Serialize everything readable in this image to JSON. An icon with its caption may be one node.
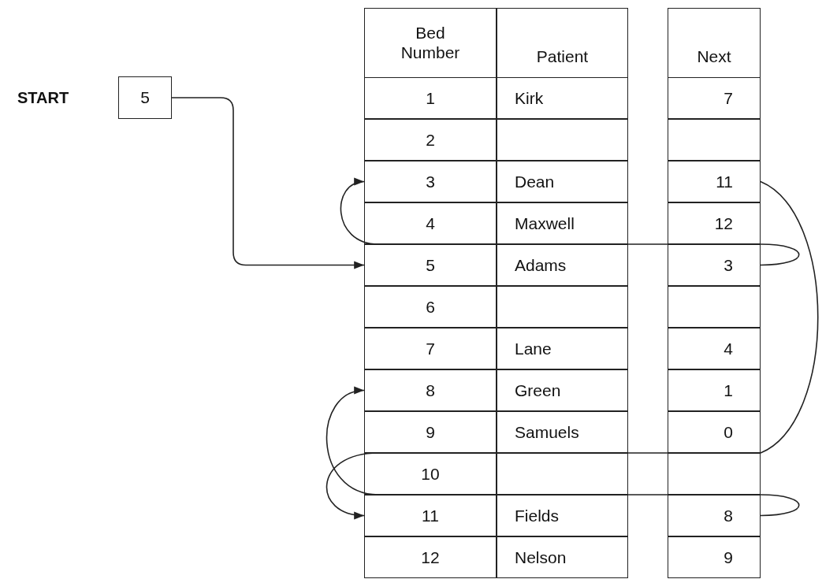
{
  "diagram": {
    "nodes": [
      {
        "text": [
          "5"
        ],
        "beside": [
          "START"
        ]
      },
      {
        "text": [
          "1",
          "Kirk"
        ]
      },
      {
        "text": [
          "2"
        ]
      },
      {
        "text": [
          "3",
          "Dean"
        ]
      },
      {
        "text": [
          "4",
          "Maxwell"
        ]
      },
      {
        "text": [
          "5",
          "Adams"
        ]
      },
      {
        "text": [
          "6"
        ]
      },
      {
        "text": [
          "7",
          "Lane"
        ]
      },
      {
        "text": [
          "8",
          "Green"
        ]
      },
      {
        "text": [
          "9",
          "Samuels"
        ]
      },
      {
        "text": [
          "10"
        ]
      },
      {
        "text": [
          "11",
          "Fields"
        ]
      },
      {
        "text": [
          "12",
          "Nelson"
        ]
      },
      {
        "text": [
          "7"
        ]
      },
      {
        "text": [],
        "shape": "box"
      },
      {
        "text": [
          "11"
        ]
      },
      {
        "text": [
          "12"
        ]
      },
      {
        "text": [
          "3"
        ]
      },
      {
        "text": [],
        "shape": "box"
      },
      {
        "text": [
          "4"
        ]
      },
      {
        "text": [
          "1"
        ]
      },
      {
        "text": [
          "0"
        ]
      },
      {
        "text": [],
        "shape": "box"
      },
      {
        "text": [
          "8"
        ]
      },
      {
        "text": [
          "9"
        ]
      }
    ],
    "edges": [
      {
        "from": 0,
        "to": 5,
        "arrow": "to"
      },
      {
        "from": 17,
        "to": 3,
        "arrow": "to"
      },
      {
        "from": 15,
        "to": 11,
        "arrow": "to"
      },
      {
        "from": 23,
        "to": 8,
        "arrow": "to"
      }
    ],
    "labels": [
      "Bed Number",
      "Patient",
      "Next"
    ]
  }
}
